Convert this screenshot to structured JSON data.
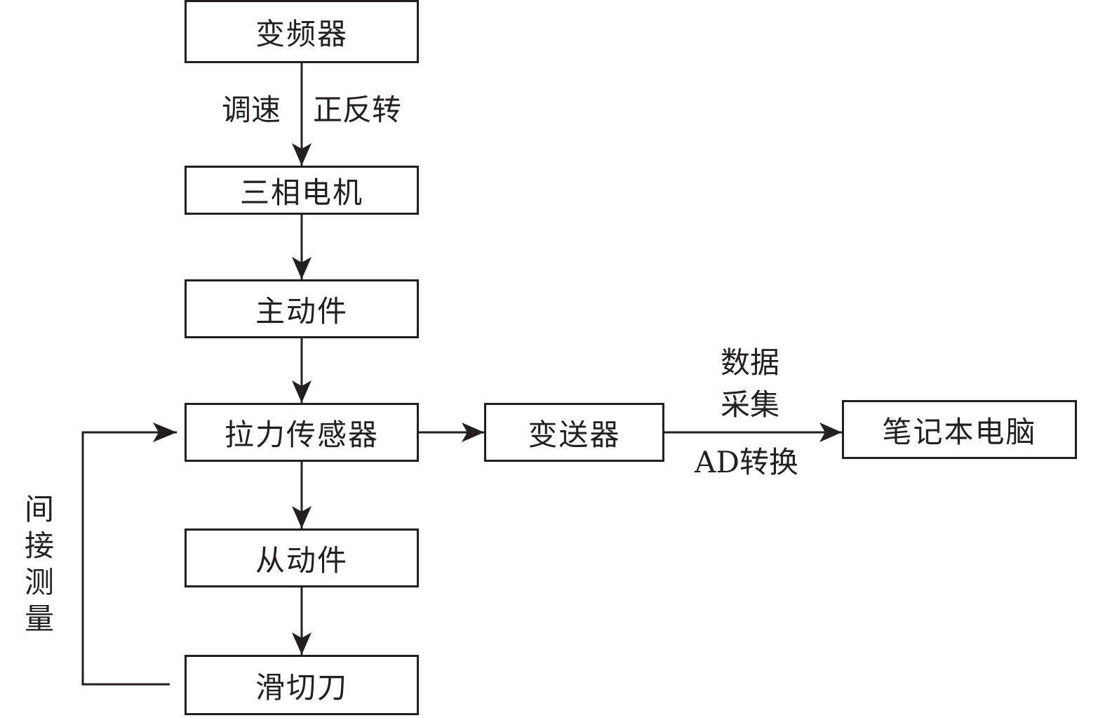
{
  "diagram": {
    "nodes": [
      {
        "id": "inverter",
        "label": "变频器"
      },
      {
        "id": "motor",
        "label": "三相电机"
      },
      {
        "id": "driving_part",
        "label": "主动件"
      },
      {
        "id": "tension_sensor",
        "label": "拉力传感器"
      },
      {
        "id": "transmitter",
        "label": "变送器"
      },
      {
        "id": "laptop",
        "label": "笔记本电脑"
      },
      {
        "id": "driven_part",
        "label": "从动件"
      },
      {
        "id": "slicing_knife",
        "label": "滑切刀"
      }
    ],
    "edges": [
      {
        "from": "inverter",
        "to": "motor",
        "labels": [
          "调速",
          "正反转"
        ]
      },
      {
        "from": "motor",
        "to": "driving_part"
      },
      {
        "from": "driving_part",
        "to": "tension_sensor"
      },
      {
        "from": "tension_sensor",
        "to": "transmitter"
      },
      {
        "from": "transmitter",
        "to": "laptop",
        "labels": [
          "数据采集",
          "AD转换"
        ]
      },
      {
        "from": "tension_sensor",
        "to": "driven_part"
      },
      {
        "from": "driven_part",
        "to": "slicing_knife"
      },
      {
        "from": "slicing_knife",
        "to": "tension_sensor",
        "labels": [
          "间接测量"
        ]
      }
    ],
    "edge_labels": {
      "speed_control": "调速",
      "forward_reverse": "正反转",
      "data_acq_line1": "数据",
      "data_acq_line2": "采集",
      "ad_conversion": "AD转换",
      "indirect_measure": "间接测量"
    },
    "stroke_color": "#231f20"
  }
}
